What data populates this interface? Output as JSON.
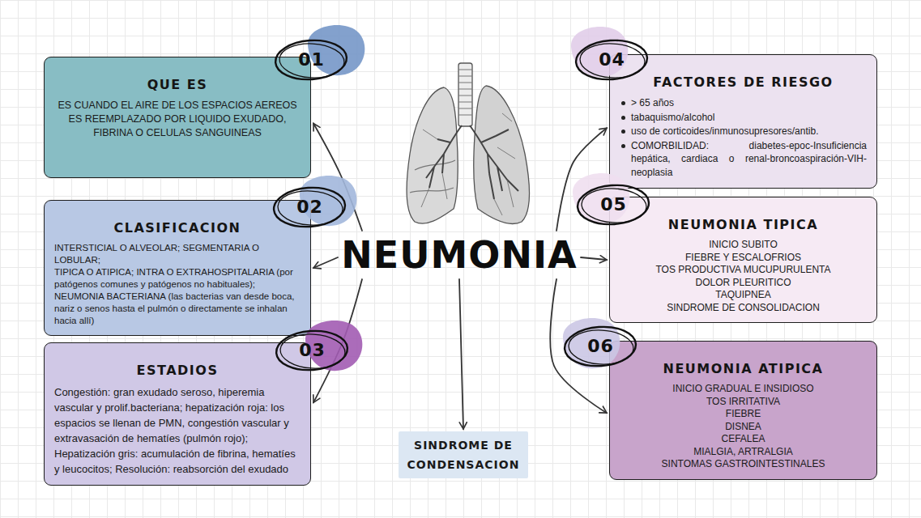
{
  "diagram": {
    "nodes": [
      {
        "text": [
          "NEUMONIA"
        ]
      },
      {
        "text": [
          "01",
          "QUE ES",
          "ES CUANDO EL AIRE DE LOS ESPACIOS AEREOS ES REEMPLAZADO POR LIQUIDO EXUDADO, FIBRINA O CELULAS SANGUINEAS"
        ]
      },
      {
        "text": [
          "02",
          "CLASIFICACION",
          "INTERSTICIAL O ALVEOLAR; SEGMENTARIA O LOBULAR;",
          "TIPICA O ATIPICA; INTRA O EXTRAHOSPITALARIA (por patógenos comunes y patógenos no habituales);",
          "NEUMONIA BACTERIANA (las bacterias van desde boca, nariz o senos hasta el pulmón o directamente se inhalan hacia allí)"
        ]
      },
      {
        "text": [
          "03",
          "ESTADIOS",
          "Congestión: gran exudado seroso, hiperemia vascular y prolif.bacteriana; hepatización roja: los espacios se llenan de PMN, congestión vascular y extravasación de hematíes (pulmón rojo); Hepatización gris: acumulación de fibrina, hematíes y leucocitos; Resolución: reabsorción del exudado"
        ]
      },
      {
        "text": [
          "04",
          "FACTORES DE RIESGO",
          "> 65 años",
          "tabaquismo/alcohol",
          "uso de corticoides/inmunosupresores/antib.",
          "COMORBILIDAD: diabetes-epoc-Insuficiencia hepática, cardiaca o renal-broncoaspiración-VIH-neoplasia"
        ]
      },
      {
        "text": [
          "05",
          "NEUMONIA TIPICA",
          "INICIO SUBITO",
          "FIEBRE Y ESCALOFRIOS",
          "TOS PRODUCTIVA MUCUPURULENTA",
          "DOLOR PLEURITICO",
          "TAQUIPNEA",
          "SINDROME DE CONSOLIDACION"
        ]
      },
      {
        "text": [
          "06",
          "NEUMONIA ATIPICA",
          "INICIO GRADUAL E INSIDIOSO",
          "TOS IRRITATIVA",
          "FIEBRE",
          "DISNEA",
          "CEFALEA",
          "MIALGIA, ARTRALGIA",
          "SINTOMAS GASTROINTESTINALES"
        ]
      },
      {
        "text": [
          "SINDROME DE CONDENSACION"
        ]
      }
    ],
    "edges": [
      {
        "from": 0,
        "to": 1,
        "arrow": "to"
      },
      {
        "from": 0,
        "to": 2,
        "arrow": "to"
      },
      {
        "from": 0,
        "to": 3,
        "arrow": "to"
      },
      {
        "from": 0,
        "to": 4,
        "arrow": "to"
      },
      {
        "from": 0,
        "to": 5,
        "arrow": "to"
      },
      {
        "from": 0,
        "to": 6,
        "arrow": "to"
      },
      {
        "from": 0,
        "to": 7,
        "arrow": "to"
      }
    ]
  }
}
